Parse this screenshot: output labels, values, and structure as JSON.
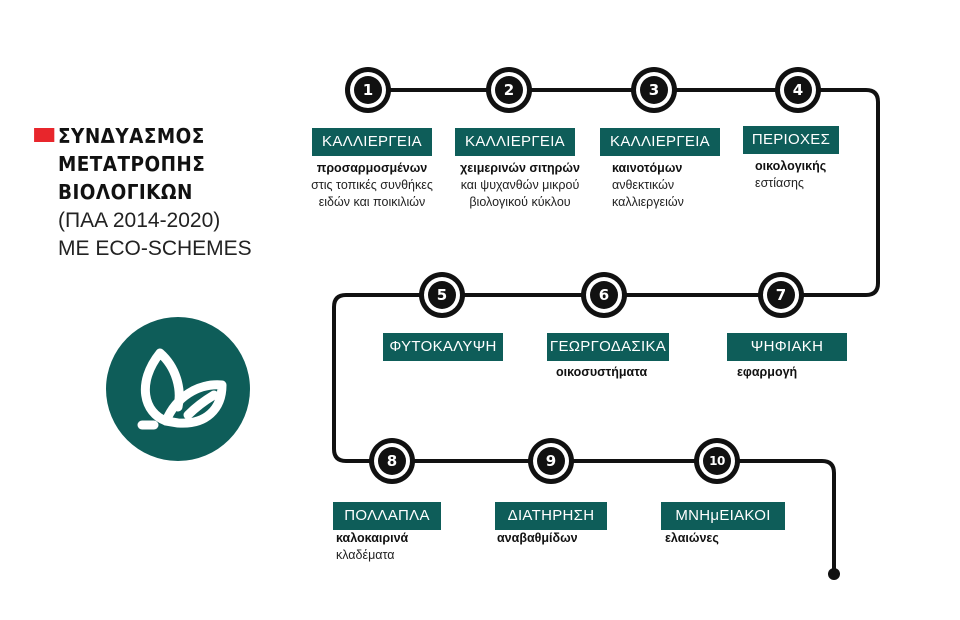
{
  "title": {
    "bold_lines": [
      "ΣΥΝΔΥΑΣΜΟΣ",
      "ΜΕΤΑΤΡΟΠΗΣ",
      "ΒΙΟΛΟΓΙΚΩΝ"
    ],
    "light_lines": [
      "(ΠΑΑ 2014-2020)",
      "ΜΕ ECO-SCHEMES"
    ]
  },
  "colors": {
    "accent_red": "#e8262c",
    "teal": "#0e5d59",
    "path": "#111111"
  },
  "logo_icon": "leaf-sprout-icon",
  "stops": [
    {
      "number": "1",
      "label": "ΚΑΛΛΙΕΡΓΕΙΑ",
      "strong": "προσαρμοσμένων",
      "rest": [
        "στις τοπικές συνθήκες",
        "ειδών και ποικιλιών"
      ]
    },
    {
      "number": "2",
      "label": "ΚΑΛΛΙΕΡΓΕΙΑ",
      "strong": "χειμερινών σιτηρών",
      "rest": [
        "και ψυχανθών μικρού",
        "βιολογικού κύκλου"
      ]
    },
    {
      "number": "3",
      "label": "ΚΑΛΛΙΕΡΓΕΙΑ",
      "strong": "καινοτόμων",
      "rest": [
        "ανθεκτικών",
        "καλλιεργειών"
      ]
    },
    {
      "number": "4",
      "label": "ΠΕΡΙΟΧΕΣ",
      "strong": "οικολογικής",
      "rest": [
        "εστίασης"
      ]
    },
    {
      "number": "5",
      "label": "ΦΥΤΟΚΑΛΥΨΗ",
      "strong": "",
      "rest": []
    },
    {
      "number": "6",
      "label": "ΓΕΩΡΓΟΔΑΣΙΚΑ",
      "strong": "οικοσυστήματα",
      "rest": []
    },
    {
      "number": "7",
      "label": "ΨΗΦΙΑΚΗ",
      "strong": "εφαρμογή",
      "rest": []
    },
    {
      "number": "8",
      "label": "ΠΟΛΛΑΠΛΑ",
      "strong": "καλοκαιρινά",
      "rest": [
        "κλαδέματα"
      ]
    },
    {
      "number": "9",
      "label": "ΔΙΑΤΗΡΗΣΗ",
      "strong": "αναβαθμίδων",
      "rest": []
    },
    {
      "number": "10",
      "label": "ΜΝΗμΕΙΑΚΟΙ",
      "strong": "ελαιώνες",
      "rest": []
    }
  ]
}
